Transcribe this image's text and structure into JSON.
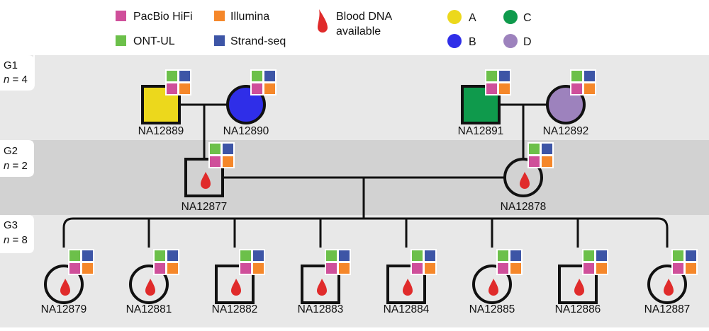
{
  "legend": {
    "technologies": [
      {
        "key": "hifi",
        "label": "PacBio HiFi",
        "color": "#cf4f9a"
      },
      {
        "key": "illumina",
        "label": "Illumina",
        "color": "#f5872a"
      },
      {
        "key": "ont",
        "label": "ONT-UL",
        "color": "#6cc04a"
      },
      {
        "key": "strand",
        "label": "Strand-seq",
        "color": "#3d55a6"
      }
    ],
    "blood": {
      "line1": "Blood DNA",
      "line2": "available",
      "color": "#e02b2b"
    },
    "groups": [
      {
        "key": "A",
        "label": "A",
        "color": "#ecd81c"
      },
      {
        "key": "B",
        "label": "B",
        "color": "#2f2ee8"
      },
      {
        "key": "C",
        "label": "C",
        "color": "#0f9a4c"
      },
      {
        "key": "D",
        "label": "D",
        "color": "#9d82bd"
      }
    ]
  },
  "generations": [
    {
      "key": "G1",
      "label": "G1",
      "n_label": "n",
      "n_value": " = 4"
    },
    {
      "key": "G2",
      "label": "G2",
      "n_label": "n",
      "n_value": " = 2"
    },
    {
      "key": "G3",
      "label": "G3",
      "n_label": "n",
      "n_value": " = 8"
    }
  ],
  "individuals": [
    {
      "id": "NA12889",
      "gen": 1,
      "sex": "male",
      "group": "A",
      "blood": false
    },
    {
      "id": "NA12890",
      "gen": 1,
      "sex": "female",
      "group": "B",
      "blood": false
    },
    {
      "id": "NA12891",
      "gen": 1,
      "sex": "male",
      "group": "C",
      "blood": false
    },
    {
      "id": "NA12892",
      "gen": 1,
      "sex": "female",
      "group": "D",
      "blood": false
    },
    {
      "id": "NA12877",
      "gen": 2,
      "sex": "male",
      "group": null,
      "blood": true
    },
    {
      "id": "NA12878",
      "gen": 2,
      "sex": "female",
      "group": null,
      "blood": true
    },
    {
      "id": "NA12879",
      "gen": 3,
      "sex": "female",
      "group": null,
      "blood": true
    },
    {
      "id": "NA12881",
      "gen": 3,
      "sex": "female",
      "group": null,
      "blood": true
    },
    {
      "id": "NA12882",
      "gen": 3,
      "sex": "male",
      "group": null,
      "blood": true
    },
    {
      "id": "NA12883",
      "gen": 3,
      "sex": "male",
      "group": null,
      "blood": true
    },
    {
      "id": "NA12884",
      "gen": 3,
      "sex": "male",
      "group": null,
      "blood": true
    },
    {
      "id": "NA12885",
      "gen": 3,
      "sex": "female",
      "group": null,
      "blood": true
    },
    {
      "id": "NA12886",
      "gen": 3,
      "sex": "male",
      "group": null,
      "blood": true
    },
    {
      "id": "NA12887",
      "gen": 3,
      "sex": "female",
      "group": null,
      "blood": true
    }
  ]
}
